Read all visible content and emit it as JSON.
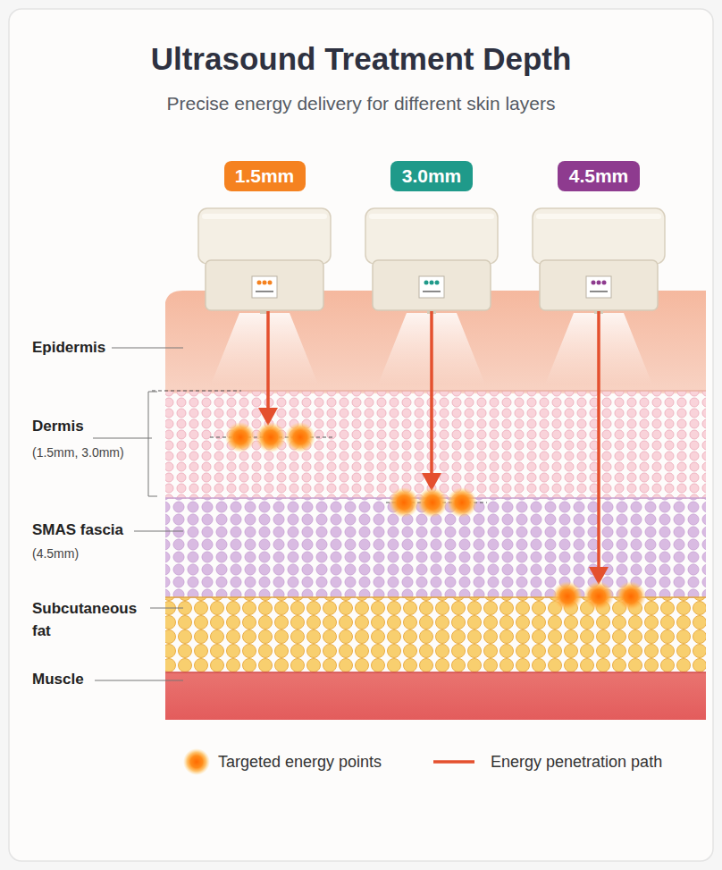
{
  "diagram": {
    "title": "Ultrasound Treatment Depth",
    "nodes": [
      {
        "text": [
          "1.5mm"
        ]
      },
      {
        "text": [
          "3.0mm"
        ]
      },
      {
        "text": [
          "4.5mm"
        ]
      }
    ],
    "labels": [
      "Precise energy delivery for different skin layers",
      "Epidermis",
      "Dermis",
      "(1.5mm, 3.0mm)",
      "SMAS fascia",
      "(4.5mm)",
      "Subcutaneous fat",
      "Muscle"
    ],
    "legend": [
      {
        "text": "Targeted energy points"
      },
      {
        "text": "Energy penetration path"
      }
    ]
  }
}
